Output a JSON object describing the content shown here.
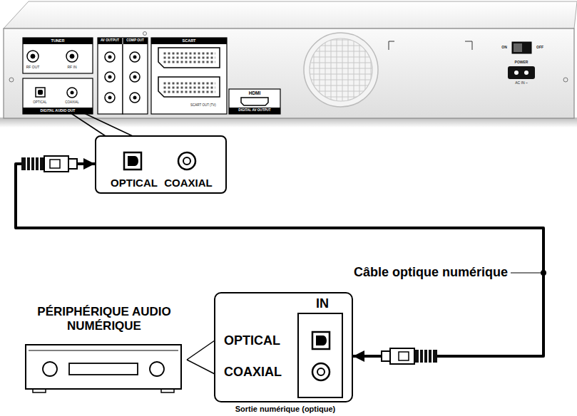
{
  "diagram": {
    "nodes": [
      {
        "text": [
          "OPTICAL",
          "COAXIAL"
        ]
      },
      {
        "text": [
          "PÉRIPHÉRIQUE AUDIO NUMÉRIQUE"
        ]
      },
      {
        "text": [
          "IN",
          "OPTICAL",
          "COAXIAL"
        ]
      }
    ],
    "edges": [
      {
        "from": 0,
        "to": 2,
        "arrow": "both",
        "label": "Câble optique numérique"
      }
    ],
    "labels": [
      "TUNER",
      "RF OUT",
      "RF IN",
      "DIGITAL AUDIO OUT",
      "OPTICAL",
      "COAXIAL",
      "AV OUTPUT",
      "COMP OUT",
      "SCART",
      "SCART OUT (TV)",
      "HDMI",
      "DIGITAL AV OUTPUT",
      "ON",
      "OFF",
      "POWER",
      "AC IN ~",
      "Sortie numérique (optique)"
    ]
  }
}
